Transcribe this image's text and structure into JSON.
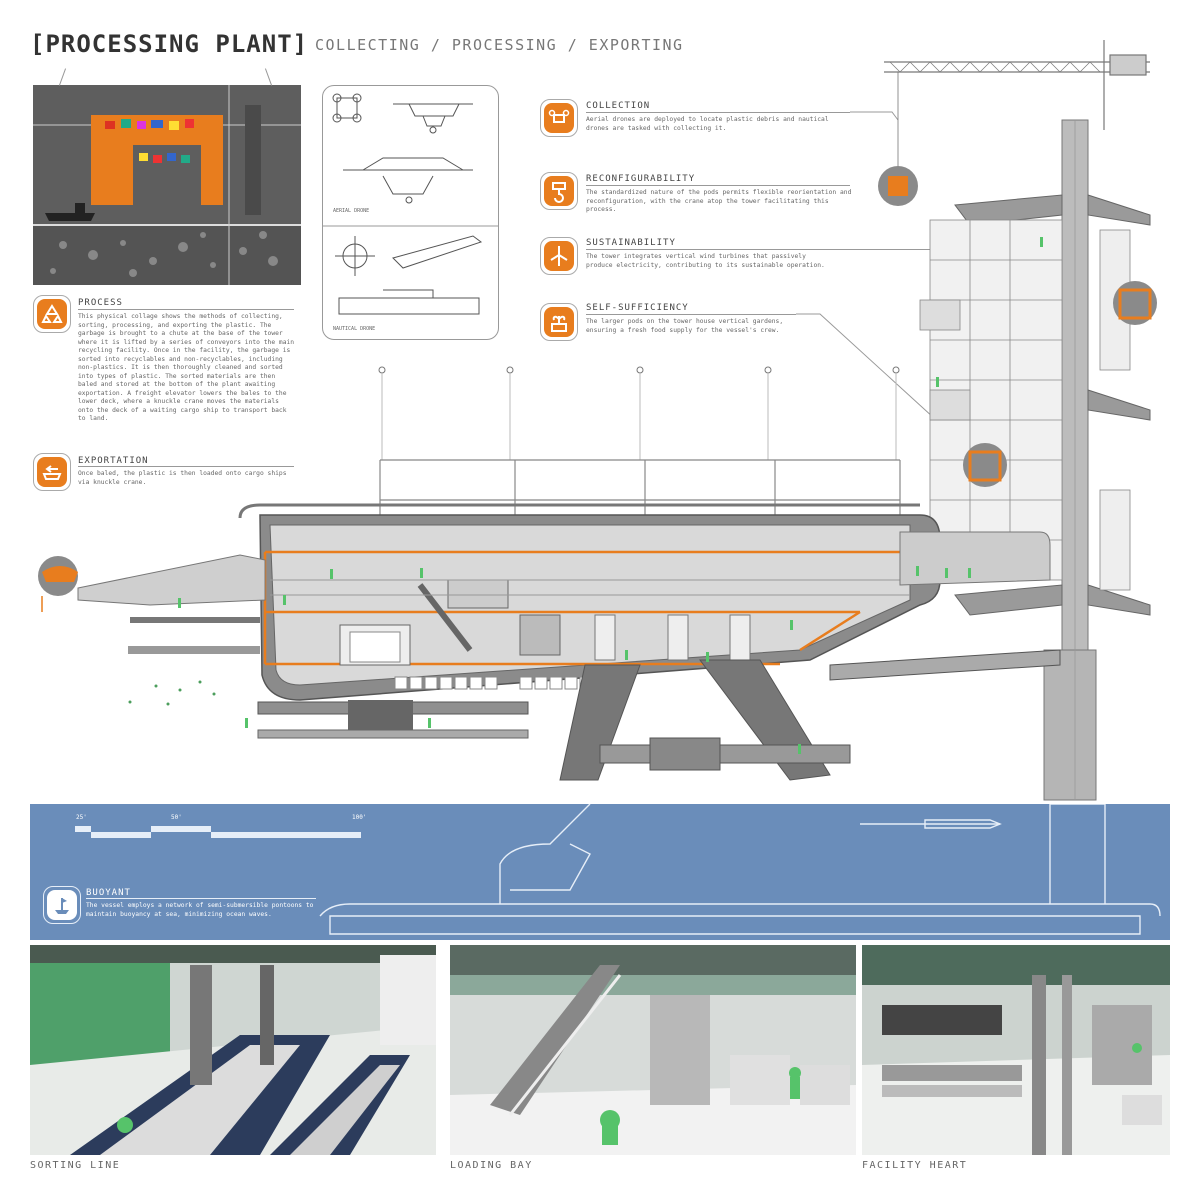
{
  "header": {
    "title": "[PROCESSING PLANT]",
    "subtitle": "COLLECTING / PROCESSING / EXPORTING"
  },
  "drones": {
    "aerial_label": "AERIAL DRONE",
    "nautical_label": "NAUTICAL DRONE"
  },
  "process": {
    "heading": "PROCESS",
    "icon": "recycle-icon",
    "text": "This physical collage shows the methods of collecting, sorting, processing, and exporting the plastic. The garbage is brought to a chute at the base of the tower where it is lifted by a series of conveyors into the main recycling facility. Once in the facility, the garbage is sorted into recyclables and non-recyclables, including non-plastics. It is then thoroughly cleaned and sorted into types of plastic. The sorted materials are then baled and stored at the bottom of the plant awaiting exportation. A freight elevator lowers the bales to the lower deck, where a knuckle crane moves the materials onto the deck of a waiting cargo ship to transport back to land."
  },
  "exportation": {
    "heading": "EXPORTATION",
    "icon": "cargo-ship-icon",
    "text": "Once baled, the plastic is then loaded onto cargo ships via knuckle crane."
  },
  "features": [
    {
      "heading": "COLLECTION",
      "icon": "drone-icon",
      "text": "Aerial drones are deployed to locate plastic debris and nautical drones are tasked with collecting it."
    },
    {
      "heading": "RECONFIGURABILITY",
      "icon": "crane-hook-icon",
      "text": "The standardized nature of the pods permits flexible reorientation and reconfiguration, with the crane atop the tower facilitating this process."
    },
    {
      "heading": "SUSTAINABILITY",
      "icon": "wind-turbine-icon",
      "text": "The tower integrates vertical wind turbines that passively produce electricity, contributing to its sustainable operation."
    },
    {
      "heading": "SELF-SUFFICIENCY",
      "icon": "plant-icon",
      "text": "The larger pods on the tower house vertical gardens, ensuring a fresh food supply for the vessel's crew."
    }
  ],
  "water": {
    "scale": [
      "25'",
      "50'",
      "100'"
    ],
    "buoyant_heading": "BUOYANT",
    "buoyant_icon": "buoy-icon",
    "buoyant_text": "The vessel employs a network of semi-submersible pontoons to maintain buoyancy at sea, minimizing ocean waves."
  },
  "photos": [
    {
      "caption": "SORTING LINE"
    },
    {
      "caption": "LOADING BAY"
    },
    {
      "caption": "FACILITY HEART"
    }
  ],
  "colors": {
    "accent": "#e87d1e",
    "water": "#6a8dba",
    "figure": "#56c36a"
  }
}
